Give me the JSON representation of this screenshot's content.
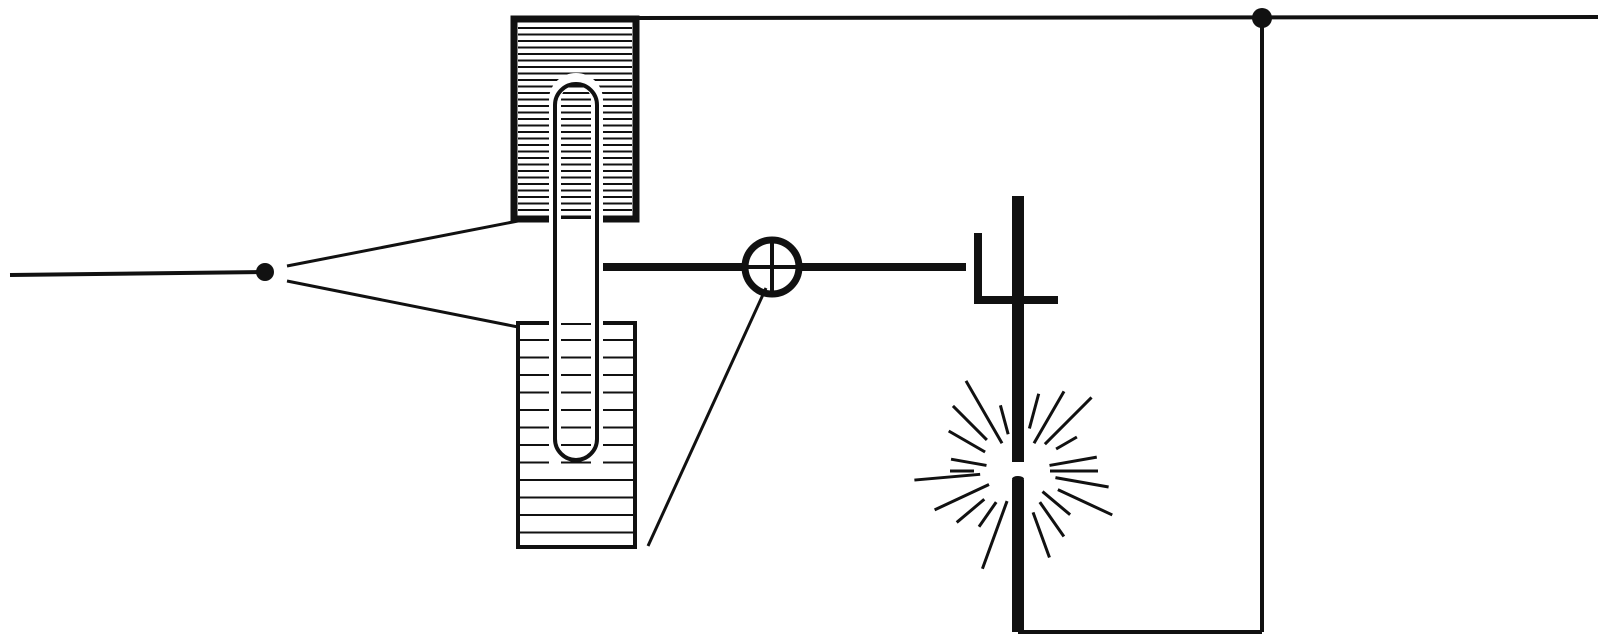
{
  "diagram": {
    "kind": "circuit-schematic",
    "ink_color": "#111111",
    "background_color": "#ffffff",
    "components": [
      "input-wire",
      "junction-left",
      "coil-upper",
      "coil-lower",
      "plunger-core",
      "pivot-wheel",
      "lever-arm",
      "rod-clamp",
      "upper-carbon-rod",
      "lower-carbon-rod",
      "electric-arc",
      "junction-right",
      "main-line",
      "return-wire"
    ],
    "labels": []
  }
}
